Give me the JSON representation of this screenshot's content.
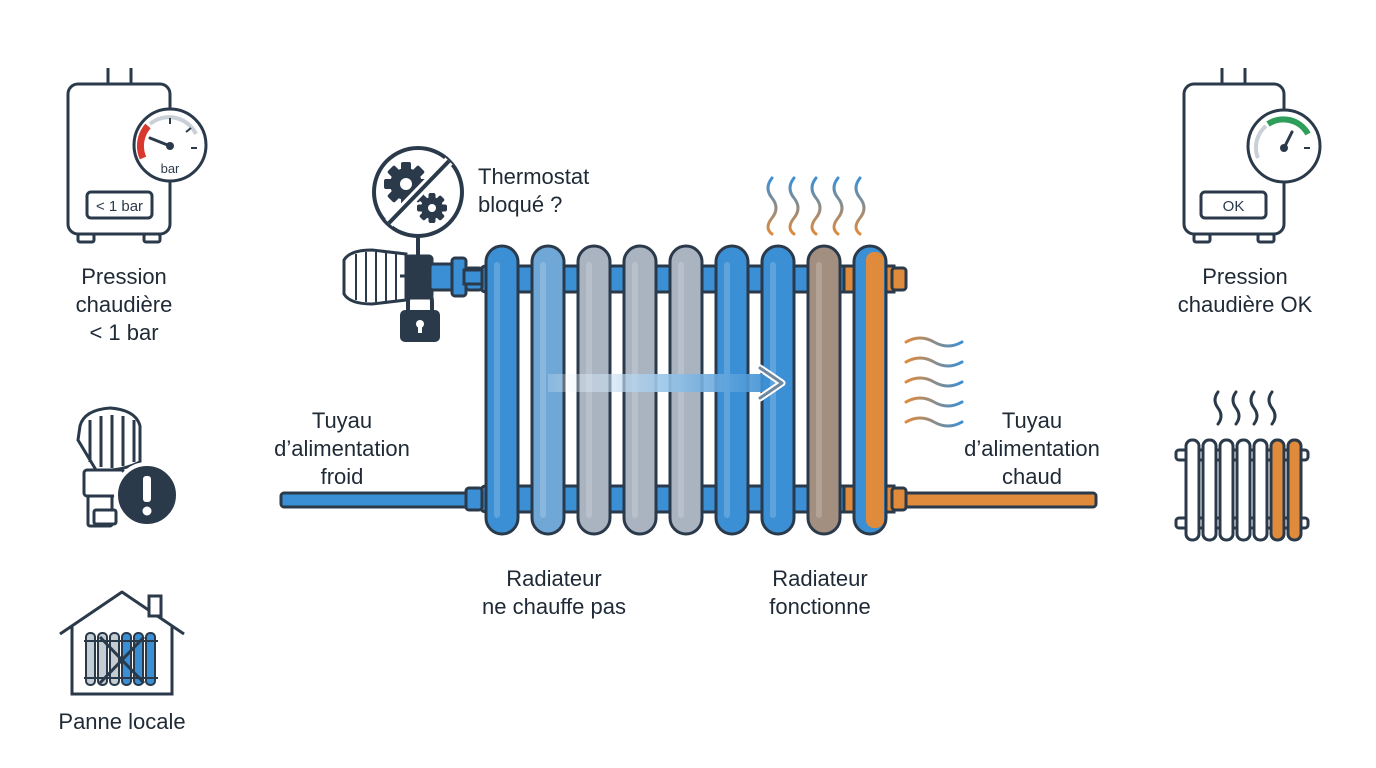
{
  "colors": {
    "outline": "#2b3a4b",
    "cold": "#3b8fd4",
    "gray": "#a9b4c0",
    "hot": "#e08a3c",
    "alert_red": "#d9382e",
    "ok_green": "#2f9e5a"
  },
  "left_panel": {
    "boiler": {
      "icon": "boiler-low-pressure-icon",
      "gauge_unit": "bar",
      "display": "< 1 bar",
      "label_lines": [
        "Pression",
        "chaudière",
        "< 1 bar"
      ]
    },
    "valve_alert": {
      "icon": "thermostatic-valve-alert-icon"
    },
    "house": {
      "icon": "house-radiator-fault-icon",
      "label": "Panne locale"
    }
  },
  "center": {
    "thermostat": {
      "icon": "blocked-gear-icon",
      "lock_icon": "padlock-icon",
      "label_lines": [
        "Thermostat",
        "bloqué ?"
      ]
    },
    "radiator": {
      "icon": "radiator-icon",
      "arrow_icon": "flow-arrow-icon",
      "heat_icon": "heat-waves-icon"
    },
    "cold_pipe_label": [
      "Tuyau",
      "d’alimentation",
      "froid"
    ],
    "hot_pipe_label": [
      "Tuyau",
      "d’alimentation",
      "chaud"
    ],
    "not_heating_label": [
      "Radiateur",
      "ne chauffe pas"
    ],
    "working_label": [
      "Radiateur",
      "fonctionne"
    ]
  },
  "right_panel": {
    "boiler": {
      "icon": "boiler-ok-icon",
      "display": "OK",
      "label_lines": [
        "Pression",
        "chaudière OK"
      ]
    },
    "warm_radiator": {
      "icon": "warm-radiator-icon"
    }
  }
}
